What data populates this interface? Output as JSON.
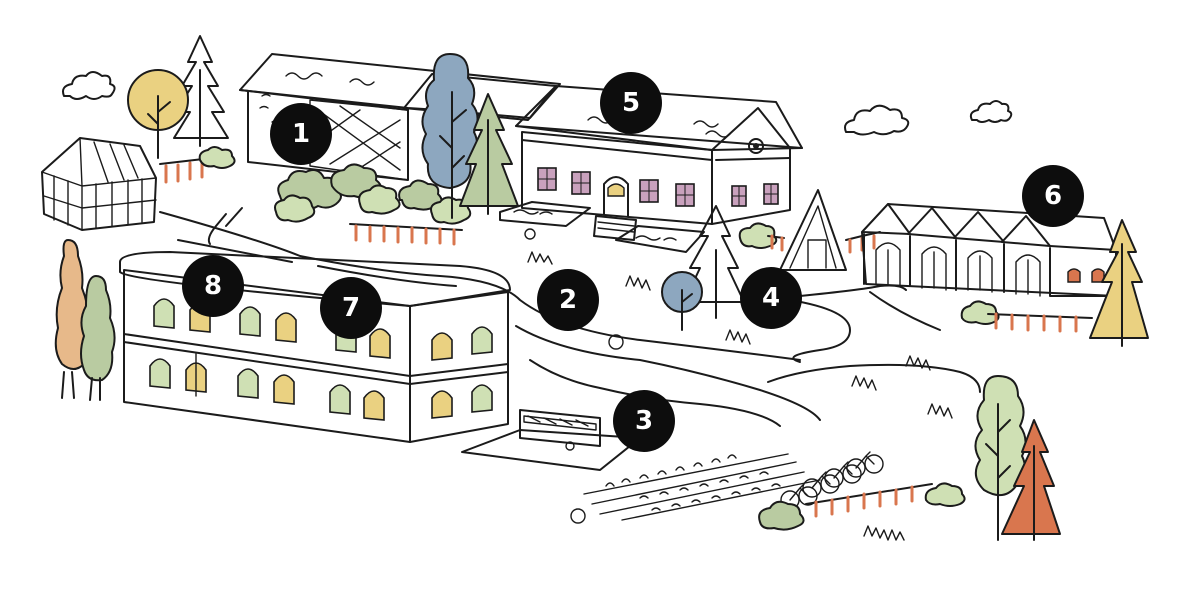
{
  "palette": {
    "ink": "#1b1b1b",
    "yellow": "#ead181",
    "blue_grey": "#8da7bf",
    "sage": "#b9cba1",
    "soft_green": "#cfe0b4",
    "orange": "#e7b98a",
    "rust": "#d9764e",
    "pink_window": "#c9a1bd",
    "fence_accent": "#d9764e",
    "marker_bg": "#0d0d0d",
    "marker_text": "#ffffff"
  },
  "markers": [
    {
      "label": "1",
      "name": "marker-1"
    },
    {
      "label": "2",
      "name": "marker-2"
    },
    {
      "label": "3",
      "name": "marker-3"
    },
    {
      "label": "4",
      "name": "marker-4"
    },
    {
      "label": "5",
      "name": "marker-5"
    },
    {
      "label": "6",
      "name": "marker-6"
    },
    {
      "label": "7",
      "name": "marker-7"
    },
    {
      "label": "8",
      "name": "marker-8"
    }
  ]
}
